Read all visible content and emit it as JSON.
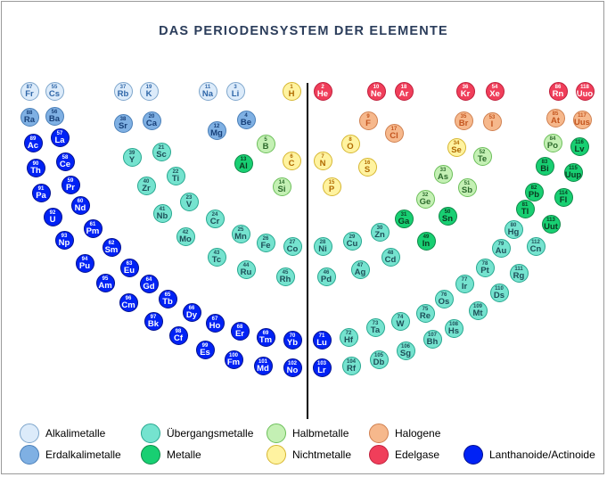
{
  "title": "DAS PERIODENSYSTEM DER ELEMENTE",
  "categories": {
    "alkali": {
      "fill": "#dcebfa",
      "stroke": "#7ea6cc",
      "text": "#2e66a8"
    },
    "erdalk": {
      "fill": "#7fb0e3",
      "stroke": "#4a7fb8",
      "text": "#173f78"
    },
    "ueber": {
      "fill": "#75e3cf",
      "stroke": "#28a890",
      "text": "#1d4f58"
    },
    "metall": {
      "fill": "#18cf72",
      "stroke": "#0e8a48",
      "text": "#0a3a20"
    },
    "halb": {
      "fill": "#c4f0b4",
      "stroke": "#6cbf5a",
      "text": "#2c6a2c"
    },
    "nicht": {
      "fill": "#fff3a0",
      "stroke": "#d6b630",
      "text": "#b06a00"
    },
    "halogen": {
      "fill": "#f6b88c",
      "stroke": "#d08050",
      "text": "#c4551e"
    },
    "edelgas": {
      "fill": "#f03e5a",
      "stroke": "#c0203c",
      "text": "#ffffff"
    },
    "lan": {
      "fill": "#0022f5",
      "stroke": "#00108f",
      "text": "#ffffff"
    }
  },
  "legend": [
    {
      "key": "alkali",
      "label": "Alkalimetalle"
    },
    {
      "key": "ueber",
      "label": "Übergangsmetalle"
    },
    {
      "key": "halb",
      "label": "Halbmetalle"
    },
    {
      "key": "halogen",
      "label": "Halogene"
    },
    {
      "key": "erdalk",
      "label": "Erdalkalimetalle"
    },
    {
      "key": "metall",
      "label": "Metalle"
    },
    {
      "key": "nicht",
      "label": "Nichtmetalle"
    },
    {
      "key": "edelgas",
      "label": "Edelgase"
    },
    {
      "key": "lan",
      "label": "Lanthanoide/Actinoide"
    }
  ],
  "elements": [
    {
      "n": "87",
      "s": "Fr",
      "c": "alkali"
    },
    {
      "n": "55",
      "s": "Cs",
      "c": "alkali"
    },
    {
      "n": "37",
      "s": "Rb",
      "c": "alkali"
    },
    {
      "n": "19",
      "s": "K",
      "c": "alkali"
    },
    {
      "n": "11",
      "s": "Na",
      "c": "alkali"
    },
    {
      "n": "3",
      "s": "Li",
      "c": "alkali"
    },
    {
      "n": "1",
      "s": "H",
      "c": "nicht"
    },
    {
      "n": "2",
      "s": "He",
      "c": "edelgas"
    },
    {
      "n": "10",
      "s": "Ne",
      "c": "edelgas"
    },
    {
      "n": "18",
      "s": "Ar",
      "c": "edelgas"
    },
    {
      "n": "36",
      "s": "Kr",
      "c": "edelgas"
    },
    {
      "n": "54",
      "s": "Xe",
      "c": "edelgas"
    },
    {
      "n": "86",
      "s": "Rn",
      "c": "edelgas"
    },
    {
      "n": "118",
      "s": "Uuo",
      "c": "edelgas"
    },
    {
      "n": "88",
      "s": "Ra",
      "c": "erdalk"
    },
    {
      "n": "56",
      "s": "Ba",
      "c": "erdalk"
    },
    {
      "n": "38",
      "s": "Sr",
      "c": "erdalk"
    },
    {
      "n": "20",
      "s": "Ca",
      "c": "erdalk"
    },
    {
      "n": "12",
      "s": "Mg",
      "c": "erdalk"
    },
    {
      "n": "4",
      "s": "Be",
      "c": "erdalk"
    },
    {
      "n": "9",
      "s": "F",
      "c": "halogen"
    },
    {
      "n": "17",
      "s": "Cl",
      "c": "halogen"
    },
    {
      "n": "35",
      "s": "Br",
      "c": "halogen"
    },
    {
      "n": "53",
      "s": "I",
      "c": "halogen"
    },
    {
      "n": "85",
      "s": "At",
      "c": "halogen"
    },
    {
      "n": "117",
      "s": "Uus",
      "c": "halogen"
    },
    {
      "n": "89",
      "s": "Ac",
      "c": "lan"
    },
    {
      "n": "57",
      "s": "La",
      "c": "lan"
    },
    {
      "n": "39",
      "s": "Y",
      "c": "ueber"
    },
    {
      "n": "21",
      "s": "Sc",
      "c": "ueber"
    },
    {
      "n": "5",
      "s": "B",
      "c": "halb"
    },
    {
      "n": "8",
      "s": "O",
      "c": "nicht"
    },
    {
      "n": "34",
      "s": "Se",
      "c": "nicht"
    },
    {
      "n": "52",
      "s": "Te",
      "c": "halb"
    },
    {
      "n": "84",
      "s": "Po",
      "c": "halb"
    },
    {
      "n": "116",
      "s": "Lv",
      "c": "metall"
    },
    {
      "n": "90",
      "s": "Th",
      "c": "lan"
    },
    {
      "n": "58",
      "s": "Ce",
      "c": "lan"
    },
    {
      "n": "40",
      "s": "Zr",
      "c": "ueber"
    },
    {
      "n": "22",
      "s": "Ti",
      "c": "ueber"
    },
    {
      "n": "13",
      "s": "Al",
      "c": "metall"
    },
    {
      "n": "6",
      "s": "C",
      "c": "nicht"
    },
    {
      "n": "7",
      "s": "N",
      "c": "nicht"
    },
    {
      "n": "16",
      "s": "S",
      "c": "nicht"
    },
    {
      "n": "33",
      "s": "As",
      "c": "halb"
    },
    {
      "n": "83",
      "s": "Bi",
      "c": "metall"
    },
    {
      "n": "115",
      "s": "Uup",
      "c": "metall"
    },
    {
      "n": "91",
      "s": "Pa",
      "c": "lan"
    },
    {
      "n": "59",
      "s": "Pr",
      "c": "lan"
    },
    {
      "n": "23",
      "s": "V",
      "c": "ueber"
    },
    {
      "n": "41",
      "s": "Nb",
      "c": "ueber"
    },
    {
      "n": "14",
      "s": "Si",
      "c": "halb"
    },
    {
      "n": "15",
      "s": "P",
      "c": "nicht"
    },
    {
      "n": "51",
      "s": "Sb",
      "c": "halb"
    },
    {
      "n": "82",
      "s": "Pb",
      "c": "metall"
    },
    {
      "n": "114",
      "s": "Fl",
      "c": "metall"
    },
    {
      "n": "92",
      "s": "U",
      "c": "lan"
    },
    {
      "n": "60",
      "s": "Nd",
      "c": "lan"
    },
    {
      "n": "24",
      "s": "Cr",
      "c": "ueber"
    },
    {
      "n": "42",
      "s": "Mo",
      "c": "ueber"
    },
    {
      "n": "32",
      "s": "Ge",
      "c": "halb"
    },
    {
      "n": "81",
      "s": "Tl",
      "c": "metall"
    },
    {
      "n": "113",
      "s": "Uut",
      "c": "metall"
    },
    {
      "n": "31",
      "s": "Ga",
      "c": "metall"
    },
    {
      "n": "50",
      "s": "Sn",
      "c": "metall"
    },
    {
      "n": "93",
      "s": "Np",
      "c": "lan"
    },
    {
      "n": "61",
      "s": "Pm",
      "c": "lan"
    },
    {
      "n": "25",
      "s": "Mn",
      "c": "ueber"
    },
    {
      "n": "26",
      "s": "Fe",
      "c": "ueber"
    },
    {
      "n": "27",
      "s": "Co",
      "c": "ueber"
    },
    {
      "n": "28",
      "s": "Ni",
      "c": "ueber"
    },
    {
      "n": "29",
      "s": "Cu",
      "c": "ueber"
    },
    {
      "n": "30",
      "s": "Zn",
      "c": "ueber"
    },
    {
      "n": "49",
      "s": "In",
      "c": "metall"
    },
    {
      "n": "80",
      "s": "Hg",
      "c": "ueber"
    },
    {
      "n": "112",
      "s": "Cn",
      "c": "ueber"
    },
    {
      "n": "94",
      "s": "Pu",
      "c": "lan"
    },
    {
      "n": "62",
      "s": "Sm",
      "c": "lan"
    },
    {
      "n": "43",
      "s": "Tc",
      "c": "ueber"
    },
    {
      "n": "44",
      "s": "Ru",
      "c": "ueber"
    },
    {
      "n": "45",
      "s": "Rh",
      "c": "ueber"
    },
    {
      "n": "46",
      "s": "Pd",
      "c": "ueber"
    },
    {
      "n": "47",
      "s": "Ag",
      "c": "ueber"
    },
    {
      "n": "48",
      "s": "Cd",
      "c": "ueber"
    },
    {
      "n": "79",
      "s": "Au",
      "c": "ueber"
    },
    {
      "n": "111",
      "s": "Rg",
      "c": "ueber"
    },
    {
      "n": "95",
      "s": "Am",
      "c": "lan"
    },
    {
      "n": "63",
      "s": "Eu",
      "c": "lan"
    },
    {
      "n": "64",
      "s": "Gd",
      "c": "lan"
    },
    {
      "n": "78",
      "s": "Pt",
      "c": "ueber"
    },
    {
      "n": "77",
      "s": "Ir",
      "c": "ueber"
    },
    {
      "n": "110",
      "s": "Ds",
      "c": "ueber"
    },
    {
      "n": "96",
      "s": "Cm",
      "c": "lan"
    },
    {
      "n": "65",
      "s": "Tb",
      "c": "lan"
    },
    {
      "n": "76",
      "s": "Os",
      "c": "ueber"
    },
    {
      "n": "109",
      "s": "Mt",
      "c": "ueber"
    },
    {
      "n": "97",
      "s": "Bk",
      "c": "lan"
    },
    {
      "n": "66",
      "s": "Dy",
      "c": "lan"
    },
    {
      "n": "75",
      "s": "Re",
      "c": "ueber"
    },
    {
      "n": "74",
      "s": "W",
      "c": "ueber"
    },
    {
      "n": "108",
      "s": "Hs",
      "c": "ueber"
    },
    {
      "n": "98",
      "s": "Cf",
      "c": "lan"
    },
    {
      "n": "67",
      "s": "Ho",
      "c": "lan"
    },
    {
      "n": "73",
      "s": "Ta",
      "c": "ueber"
    },
    {
      "n": "107",
      "s": "Bh",
      "c": "ueber"
    },
    {
      "n": "99",
      "s": "Es",
      "c": "lan"
    },
    {
      "n": "68",
      "s": "Er",
      "c": "lan"
    },
    {
      "n": "69",
      "s": "Tm",
      "c": "lan"
    },
    {
      "n": "70",
      "s": "Yb",
      "c": "lan"
    },
    {
      "n": "71",
      "s": "Lu",
      "c": "lan"
    },
    {
      "n": "72",
      "s": "Hf",
      "c": "ueber"
    },
    {
      "n": "106",
      "s": "Sg",
      "c": "ueber"
    },
    {
      "n": "100",
      "s": "Fm",
      "c": "lan"
    },
    {
      "n": "101",
      "s": "Md",
      "c": "lan"
    },
    {
      "n": "102",
      "s": "No",
      "c": "lan"
    },
    {
      "n": "103",
      "s": "Lr",
      "c": "lan"
    },
    {
      "n": "104",
      "s": "Rf",
      "c": "ueber"
    },
    {
      "n": "105",
      "s": "Db",
      "c": "ueber"
    }
  ]
}
